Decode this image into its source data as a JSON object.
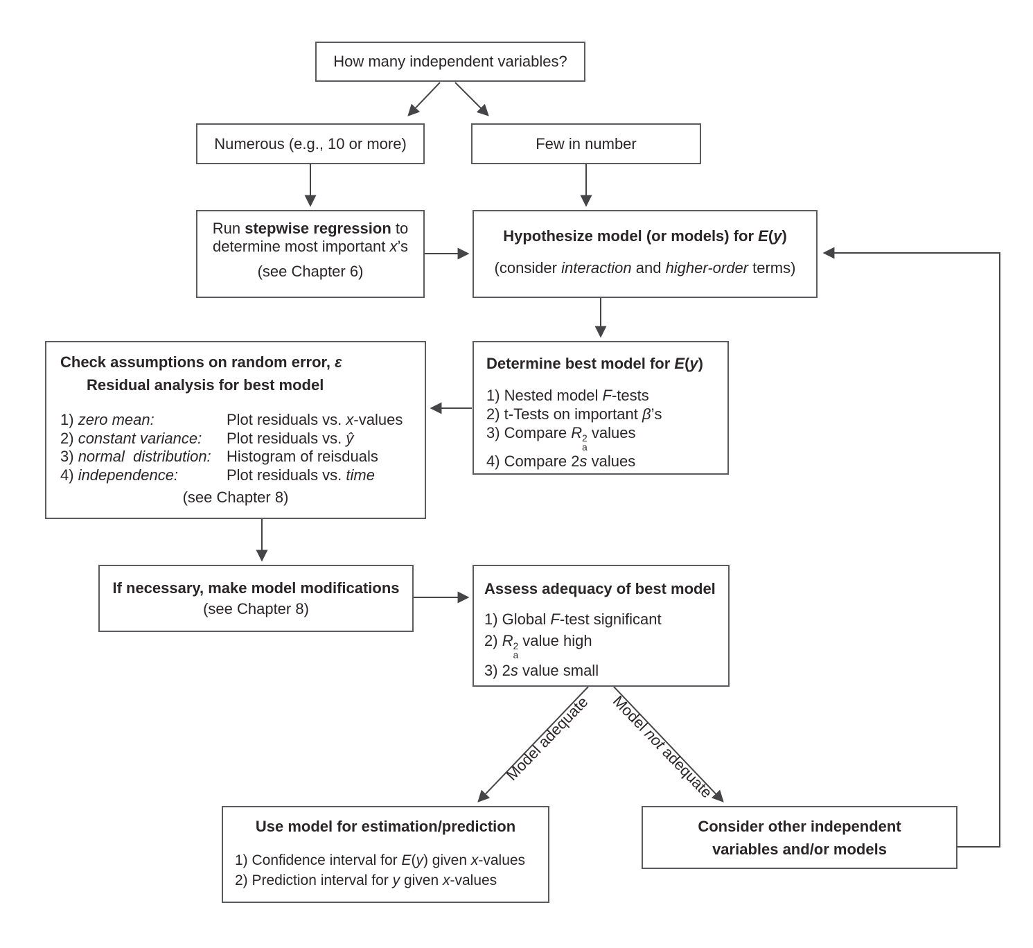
{
  "diagram": {
    "description": "Flowchart for building a multiple regression model",
    "colors": {
      "background": "#ffffff",
      "box_border": "#5a5b5e",
      "connector_line": "#454547",
      "text": "#2a2627"
    }
  },
  "boxes": {
    "question": {
      "text": "How many independent variables?"
    },
    "numerous": {
      "text": "Numerous (e.g., 10 or more)"
    },
    "few": {
      "text": "Few in number"
    },
    "stepwise": {
      "line1": [
        {
          "t": "Run "
        },
        {
          "t": "stepwise regression",
          "b": true
        },
        {
          "t": " to"
        }
      ],
      "line2": [
        {
          "t": "determine most important "
        },
        {
          "t": "x",
          "i": true
        },
        {
          "t": "’s"
        }
      ],
      "line3": "(see Chapter 6)"
    },
    "hypothesize": {
      "line1": [
        {
          "t": "Hypothesize model (or models) for ",
          "b": true
        },
        {
          "t": "E",
          "b": true,
          "i": true
        },
        {
          "t": "(",
          "b": true
        },
        {
          "t": "y",
          "b": true,
          "i": true
        },
        {
          "t": ")",
          "b": true
        }
      ],
      "line2": [
        {
          "t": "(consider "
        },
        {
          "t": "interaction",
          "i": true
        },
        {
          "t": " and "
        },
        {
          "t": "higher-order",
          "i": true
        },
        {
          "t": " terms)"
        }
      ]
    },
    "determine": {
      "title": [
        {
          "t": "Determine best model for ",
          "b": true
        },
        {
          "t": "E",
          "b": true,
          "i": true
        },
        {
          "t": "(",
          "b": true
        },
        {
          "t": "y",
          "b": true,
          "i": true
        },
        {
          "t": ")",
          "b": true
        }
      ],
      "items": [
        [
          {
            "t": "1) Nested model "
          },
          {
            "t": "F",
            "i": true
          },
          {
            "t": "-tests"
          }
        ],
        [
          {
            "t": "2) t-Tests on important "
          },
          {
            "t": "β",
            "i": true
          },
          {
            "t": "’s"
          }
        ],
        [
          {
            "t": "3) Compare "
          },
          {
            "t": "R",
            "i": true
          },
          {
            "stack": {
              "sup": "2",
              "sub": "a"
            }
          },
          {
            "t": " values"
          }
        ],
        [
          {
            "t": "4) Compare 2"
          },
          {
            "t": "s",
            "i": true
          },
          {
            "t": " values"
          }
        ]
      ]
    },
    "check": {
      "title1": [
        {
          "t": "Check assumptions on random error, ",
          "b": true
        },
        {
          "t": "ε",
          "b": true,
          "i": true
        }
      ],
      "title2": "Residual analysis for best model",
      "rows": [
        {
          "label": [
            {
              "t": "1) "
            },
            {
              "t": "zero mean:",
              "i": true
            }
          ],
          "desc": [
            {
              "t": "Plot residuals vs. "
            },
            {
              "t": "x",
              "i": true
            },
            {
              "t": "-values"
            }
          ]
        },
        {
          "label": [
            {
              "t": "2) "
            },
            {
              "t": "constant variance:",
              "i": true
            }
          ],
          "desc": [
            {
              "t": "Plot residuals vs. "
            },
            {
              "t": "ŷ",
              "i": true
            }
          ]
        },
        {
          "label": [
            {
              "t": "3) "
            },
            {
              "t": "normal  distribution:",
              "i": true
            }
          ],
          "desc": [
            {
              "t": "Histogram of reisduals"
            }
          ]
        },
        {
          "label": [
            {
              "t": "4) "
            },
            {
              "t": "independence:",
              "i": true
            }
          ],
          "desc": [
            {
              "t": "Plot residuals vs. "
            },
            {
              "t": "time",
              "i": true
            }
          ]
        }
      ],
      "footer": "(see Chapter 8)"
    },
    "modify": {
      "line1": "If necessary, make model modifications",
      "line2": "(see Chapter 8)"
    },
    "assess": {
      "title": "Assess adequacy of best model",
      "items": [
        [
          {
            "t": "1) Global "
          },
          {
            "t": "F",
            "i": true
          },
          {
            "t": "-test significant"
          }
        ],
        [
          {
            "t": "2) "
          },
          {
            "t": "R",
            "i": true
          },
          {
            "stack": {
              "sup": "2",
              "sub": "a"
            }
          },
          {
            "t": " value high"
          }
        ],
        [
          {
            "t": "3) 2"
          },
          {
            "t": "s",
            "i": true
          },
          {
            "t": " value small"
          }
        ]
      ]
    },
    "use": {
      "title": "Use model for estimation/prediction",
      "items": [
        [
          {
            "t": "1) Confidence interval for "
          },
          {
            "t": "E",
            "i": true
          },
          {
            "t": "("
          },
          {
            "t": "y",
            "i": true
          },
          {
            "t": ") given "
          },
          {
            "t": "x",
            "i": true
          },
          {
            "t": "-values"
          }
        ],
        [
          {
            "t": "2) Prediction interval for "
          },
          {
            "t": "y",
            "i": true
          },
          {
            "t": " given "
          },
          {
            "t": "x",
            "i": true
          },
          {
            "t": "-values"
          }
        ]
      ]
    },
    "consider": {
      "line1": "Consider other independent",
      "line2": "variables and/or models"
    }
  },
  "edge_labels": {
    "adequate": "Model adequate",
    "not_adequate": [
      {
        "t": "Model "
      },
      {
        "t": "not",
        "i": true
      },
      {
        "t": " adequate"
      }
    ]
  }
}
